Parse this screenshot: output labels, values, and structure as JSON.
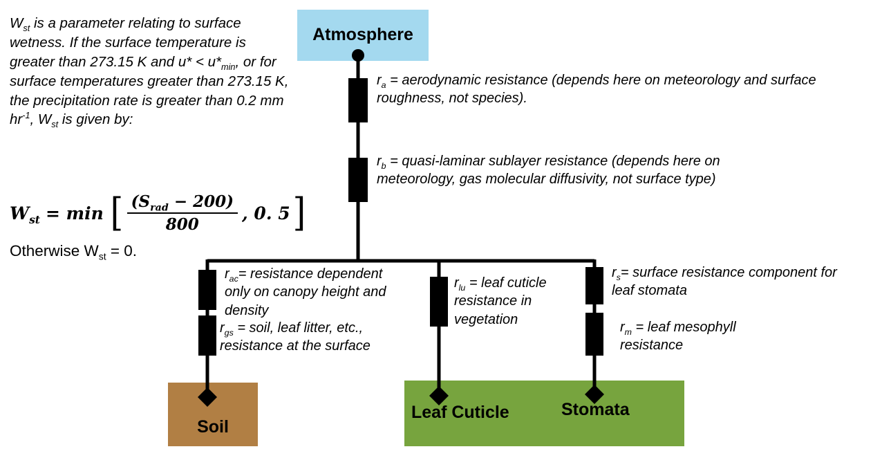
{
  "colors": {
    "atmosphere": "#a4d9ef",
    "soil": "#b17f44",
    "vegetation": "#77a43e",
    "wire": "#000000"
  },
  "nodes": {
    "atmosphere": "Atmosphere",
    "soil": "Soil",
    "leaf_cuticle": "Leaf Cuticle",
    "stomata": "Stomata"
  },
  "note": {
    "paragraph": [
      [
        "W"
      ],
      [
        "st",
        "sub"
      ],
      [
        " is a parameter relating to surface wetness.  If the surface temperature is greater than 273.15 K and u* < u*"
      ],
      [
        "min",
        "sub"
      ],
      [
        ", or for surface temperatures greater than 273.15 K, the precipitation rate is greater than 0.2 mm hr"
      ],
      [
        "-1",
        "sup"
      ],
      [
        ", W"
      ],
      [
        "st",
        "sub"
      ],
      [
        " is given by:"
      ]
    ],
    "otherwise": [
      [
        "Otherwise W"
      ],
      [
        "st",
        "sub"
      ],
      [
        " = 0."
      ]
    ]
  },
  "formula": {
    "lhs": "W",
    "lhs_sub": "st",
    "operator": "= min",
    "bracket_open": "[",
    "numerator_pre": "(S",
    "numerator_sub": "rad",
    "numerator_post": " − 200)",
    "denominator": "800",
    "tail": ", 0. 5",
    "bracket_close": "]"
  },
  "resistors": {
    "ra": [
      [
        "r"
      ],
      [
        "a",
        "sub"
      ],
      [
        " = aerodynamic resistance (depends here on meteorology and surface roughness, not species)."
      ]
    ],
    "rb": [
      [
        "r"
      ],
      [
        "b",
        "sub"
      ],
      [
        " = quasi-laminar sublayer resistance (depends here on meteorology, gas molecular diffusivity, not surface type)"
      ]
    ],
    "rac": [
      [
        "r"
      ],
      [
        "ac",
        "sub"
      ],
      [
        "= resistance dependent only on canopy height and density"
      ]
    ],
    "rgs": [
      [
        "r"
      ],
      [
        "gs",
        "sub"
      ],
      [
        " = soil, leaf litter, etc., resistance at the surface"
      ]
    ],
    "rlu": [
      [
        "r"
      ],
      [
        "lu",
        "sub"
      ],
      [
        " = leaf cuticle resistance in vegetation"
      ]
    ],
    "rs": [
      [
        "r"
      ],
      [
        "s",
        "sub"
      ],
      [
        "= surface resistance component for leaf stomata"
      ]
    ],
    "rm": [
      [
        "r"
      ],
      [
        "m",
        "sub"
      ],
      [
        " = leaf mesophyll resistance"
      ]
    ]
  }
}
